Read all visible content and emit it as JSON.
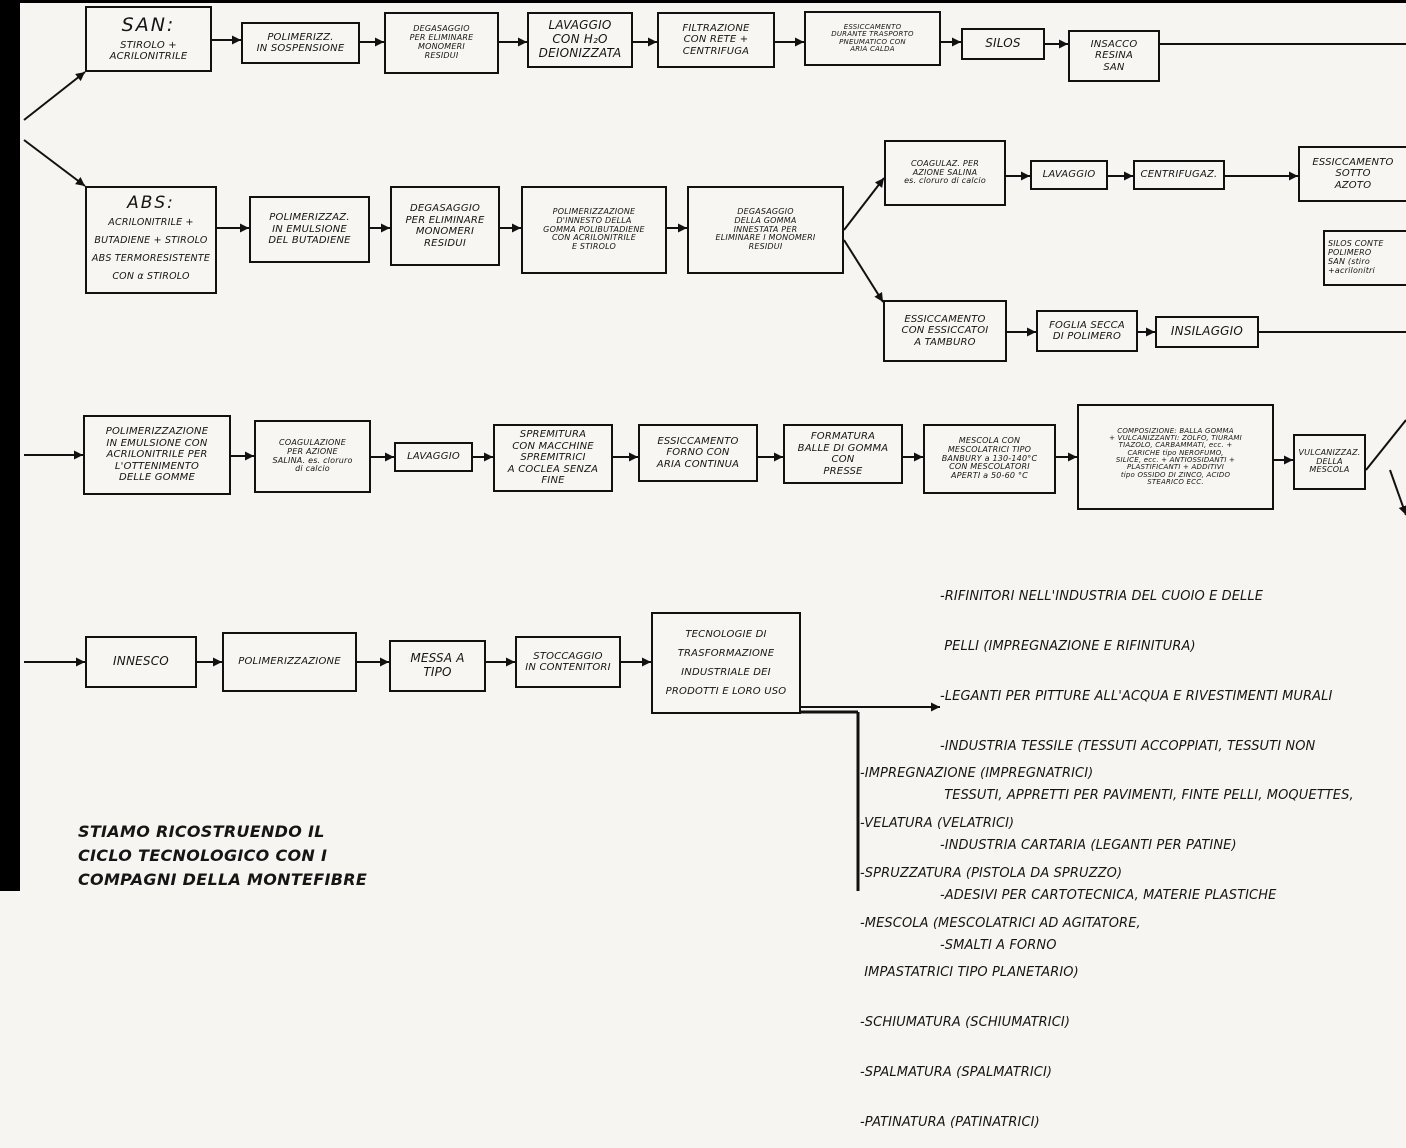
{
  "san": {
    "title": "SAN:",
    "subtitle": "STIROLO +\nACRILONITRILE",
    "steps": [
      "POLIMERIZZ.\nIN SOSPENSIONE",
      "DEGASAGGIO\nPER ELIMINARE\nMONOMERI\nRESIDUI",
      "LAVAGGIO\nCON H₂O\nDEIONIZZATA",
      "FILTRAZIONE\nCON RETE +\nCENTRIFUGA",
      "ESSICCAMENTO\nDURANTE TRASPORTO\nPNEUMATICO CON\nARIA CALDA",
      "SILOS",
      "INSACCO\nRESINA\nSAN"
    ]
  },
  "abs": {
    "title": "ABS:",
    "subtitle": "ACRILONITRILE +\nBUTADIENE + STIROLO\nABS TERMORESISTENTE\nCON α STIROLO",
    "steps": [
      "POLIMERIZZAZ.\nIN EMULSIONE\nDEL BUTADIENE",
      "DEGASAGGIO\nPER ELIMINARE\nMONOMERI\nRESIDUI",
      "POLIMERIZZAZIONE\nD'INNESTO DELLA\nGOMMA POLIBUTADIENE\nCON ACRILONITRILE\nE STIROLO",
      "DEGASAGGIO\nDELLA GOMMA\nINNESTATA PER\nELIMINARE I MONOMERI\nRESIDUI"
    ],
    "upper_branch": [
      "COAGULAZ. PER\nAZIONE SALINA\nes. cloruro di calcio",
      "LAVAGGIO",
      "CENTRIFUGAZ.",
      "ESSICCAMENTO\nSOTTO\nAZOTO"
    ],
    "silos_box": "SILOS CONTE\nPOLIMERO\nSAN (stiro\n+acrilonitri",
    "lower_branch": [
      "ESSICCAMENTO\nCON ESSICCATOI\nA TAMBURO",
      "FOGLIA SECCA\nDI POLIMERO",
      "INSILAGGIO"
    ]
  },
  "rubber": {
    "steps": [
      "POLIMERIZZAZIONE\nIN EMULSIONE CON\nACRILONITRILE PER\nL'OTTENIMENTO\nDELLE GOMME",
      "COAGULAZIONE\nPER AZIONE\nSALINA. es. cloruro\ndi calcio",
      "LAVAGGIO",
      "SPREMITURA\nCON MACCHINE\nSPREMITRICI\nA COCLEA SENZA\nFINE",
      "ESSICCAMENTO\nFORNO CON\nARIA CONTINUA",
      "FORMATURA\nBALLE DI GOMMA\nCON\nPRESSE",
      "MESCOLA CON\nMESCOLATRICI TIPO\nBANBURY a 130-140°C\nCON MESCOLATORI\nAPERTI a 50-60 °C",
      "COMPOSIZIONE: BALLA GOMMA\n+ VULCANIZZANTI: ZOLFO, TIURAMI\nTIAZOLO, CARBAMMATI, ecc. +\nCARICHE tipo NEROFUMO,\nSILICE, ecc. + ANTIOSSIDANTI +\nPLASTIFICANTI + ADDITIVI\ntipo OSSIDO DI ZINCO, ACIDO\nSTEARICO ECC.",
      "VULCANIZZAZ.\nDELLA\nMESCOLA"
    ]
  },
  "latex": {
    "steps": [
      "INNESCO",
      "POLIMERIZZAZIONE",
      "MESSA A\nTIPO",
      "STOCCAGGIO\nIN CONTENITORI",
      "TECNOLOGIE DI\nTRASFORMAZIONE\nINDUSTRIALE DEI\nPRODOTTI E LORO USO"
    ],
    "uses": [
      "-RIFINITORI NELL'INDUSTRIA DEL CUOIO E DELLE",
      " PELLI (IMPREGNAZIONE E RIFINITURA)",
      "-LEGANTI PER PITTURE ALL'ACQUA E RIVESTIMENTI MURALI",
      "-INDUSTRIA TESSILE (TESSUTI ACCOPPIATI, TESSUTI NON",
      " TESSUTI, APPRETTI PER PAVIMENTI, FINTE PELLI, MOQUETTES,",
      "-INDUSTRIA CARTARIA (LEGANTI PER PATINE)",
      "-ADESIVI PER CARTOTECNICA, MATERIE PLASTICHE",
      "-SMALTI A FORNO"
    ],
    "techniques": [
      "-IMPREGNAZIONE (IMPREGNATRICI)",
      "-VELATURA (VELATRICI)",
      "-SPRUZZATURA (PISTOLA DA SPRUZZO)",
      "-MESCOLA (MESCOLATRICI AD AGITATORE,",
      " IMPASTATRICI TIPO PLANETARIO)",
      "-SCHIUMATURA (SCHIUMATRICI)",
      "-SPALMATURA (SPALMATRICI)",
      "-PATINATURA (PATINATRICI)"
    ]
  },
  "note": "STIAMO RICOSTRUENDO IL\nCICLO TECNOLOGICO CON I\nCOMPAGNI DELLA MONTEFIBRE"
}
